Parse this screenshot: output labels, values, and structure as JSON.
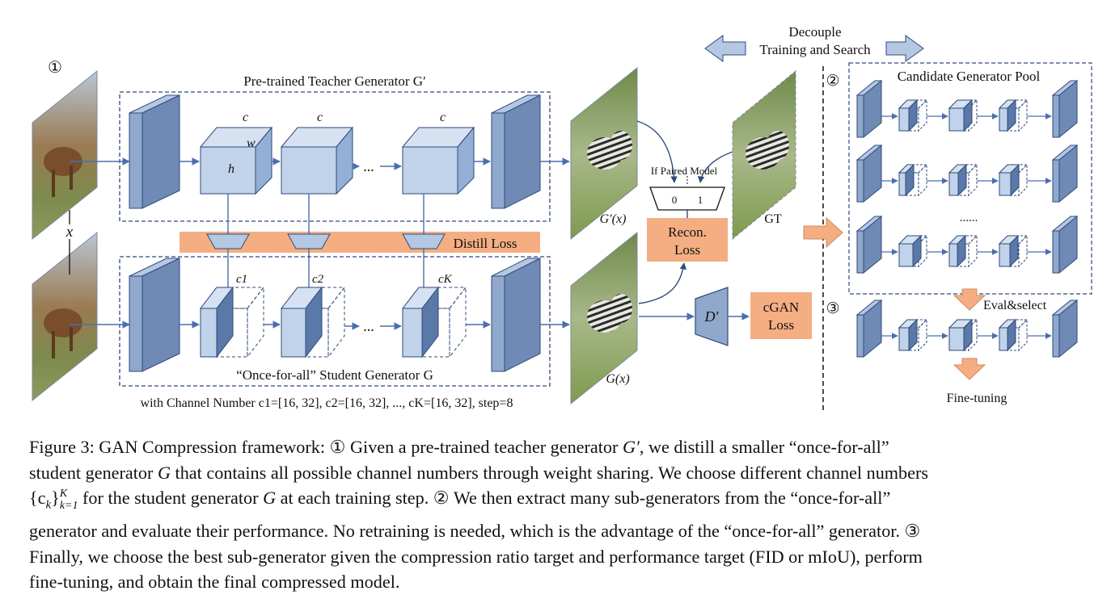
{
  "figure": {
    "step1_marker": "①",
    "step2_marker": "②",
    "step3_marker": "③",
    "teacher_title": "Pre-trained Teacher Generator G′",
    "student_title": "“Once-for-all” Student Generator G",
    "channel_note": "with Channel Number c1=[16, 32], c2=[16, 32], ..., cK=[16, 32], step=8",
    "label_c": "c",
    "label_w": "w",
    "label_h": "h",
    "label_c1": "c1",
    "label_c2": "c2",
    "label_cK": "cK",
    "ellipsis": "...",
    "input_x": "x",
    "distill_loss": "Distill Loss",
    "teacher_output": "G′(x)",
    "student_output": "G(x)",
    "if_paired": "If Paired Model",
    "switch_0": "0",
    "switch_1": "1",
    "recon_loss_1": "Recon.",
    "recon_loss_2": "Loss",
    "gt_label": "GT",
    "discriminator": "D′",
    "cgan_loss_1": "cGAN",
    "cgan_loss_2": "Loss",
    "decouple_1": "Decouple",
    "decouple_2": "Training and Search",
    "candidate_pool": "Candidate Generator Pool",
    "pool_dots": "......",
    "eval_select": "Eval&select",
    "fine_tuning": "Fine-tuning",
    "colors": {
      "block_front": "#8FA8CC",
      "block_side": "#6F8AB5",
      "block_top": "#B4C8E4",
      "cube_front": "#C0D3EA",
      "cube_side": "#94AFD6",
      "arrow_blue": "#4A6FB0",
      "loss_orange": "#F4AE82",
      "outline": "#2E4A7A"
    }
  },
  "caption": {
    "line1_a": "Figure 3: GAN Compression framework: ① Given a pre-trained teacher generator ",
    "line1_b": "G′",
    "line1_c": ", we distill a smaller “once-for-all”",
    "line2_a": "student generator ",
    "line2_b": "G",
    "line2_c": " that contains all possible channel numbers through weight sharing. We choose different channel numbers",
    "line3_a": "{c",
    "line3_b": "k",
    "line3_c": "}",
    "line3_d": "K",
    "line3_e": "k=1",
    "line3_f": " for the student generator ",
    "line3_g": "G",
    "line3_h": " at each training step. ② We then extract many sub-generators from the “once-for-all”",
    "line4": "generator and evaluate their performance. No retraining is needed, which is the advantage of the “once-for-all” generator. ③",
    "line5": "Finally, we choose the best sub-generator given the compression ratio target and performance target (FID or mIoU), perform",
    "line6": "fine-tuning, and obtain the final compressed model."
  }
}
